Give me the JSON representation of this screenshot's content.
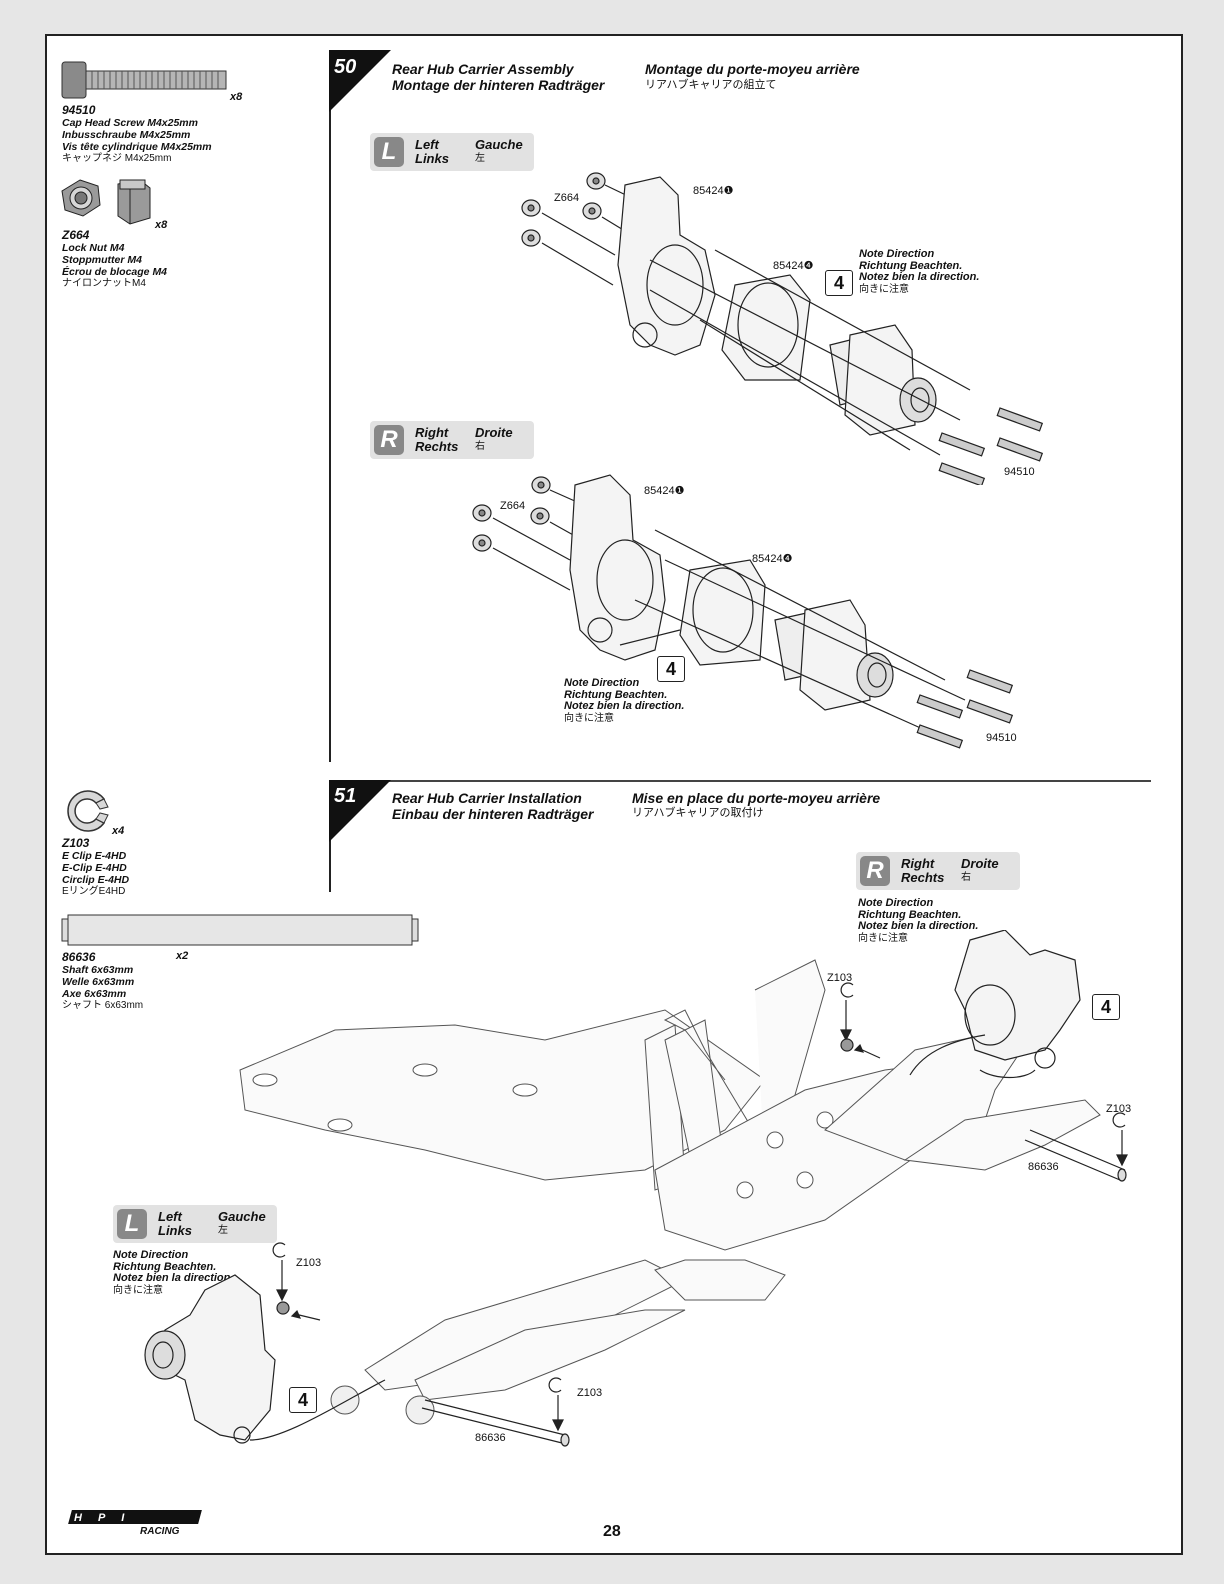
{
  "page_number": "28",
  "brand": {
    "logo_text": "HPI",
    "sub_text": "RACING"
  },
  "parts": [
    {
      "code": "94510",
      "qty": "x8",
      "lines": [
        "Cap Head Screw M4x25mm",
        "Inbusschraube M4x25mm",
        "Vis tête cylindrique M4x25mm"
      ],
      "jp": "キャップネジ M4x25mm"
    },
    {
      "code": "Z664",
      "qty": "x8",
      "lines": [
        "Lock Nut M4",
        "Stoppmutter M4",
        "Écrou de blocage M4"
      ],
      "jp": "ナイロンナットM4"
    },
    {
      "code": "Z103",
      "qty": "x4",
      "lines": [
        "E Clip E-4HD",
        "E-Clip E-4HD",
        "Circlip E-4HD"
      ],
      "jp": "EリングE4HD"
    },
    {
      "code": "86636",
      "qty": "x2",
      "lines": [
        "Shaft 6x63mm",
        "Welle 6x63mm",
        "Axe 6x63mm"
      ],
      "jp": "シャフト 6x63mm"
    }
  ],
  "step50": {
    "number": "50",
    "title_en": "Rear Hub Carrier Assembly",
    "title_de": "Montage der hinteren Radträger",
    "title_fr": "Montage du porte-moyeu arrière",
    "title_jp": "リアハブキャリアの組立て",
    "left": {
      "letter": "L",
      "en": "Left",
      "de": "Links",
      "fr": "Gauche",
      "jp": "左"
    },
    "right": {
      "letter": "R",
      "en": "Right",
      "de": "Rechts",
      "fr": "Droite",
      "jp": "右"
    },
    "labels": {
      "nut": "Z664",
      "part1": "85424❶",
      "part2": "85424❹",
      "screw": "94510",
      "ref": "4"
    }
  },
  "step51": {
    "number": "51",
    "title_en": "Rear Hub Carrier Installation",
    "title_de": "Einbau der hinteren Radträger",
    "title_fr": "Mise en place du porte-moyeu arrière",
    "title_jp": "リアハブキャリアの取付け",
    "labels": {
      "clip": "Z103",
      "shaft": "86636",
      "ref": "4"
    }
  },
  "note": {
    "en": "Note Direction",
    "de": "Richtung Beachten.",
    "fr": "Notez bien la direction.",
    "jp": "向きに注意"
  }
}
